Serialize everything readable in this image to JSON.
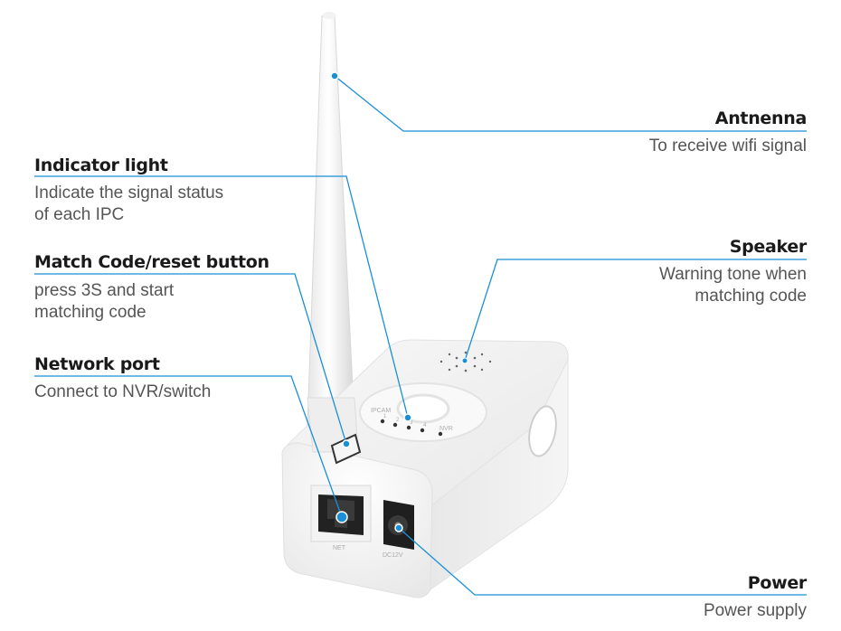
{
  "annotations": {
    "antenna": {
      "title": "Antnenna",
      "desc": "To receive wifi signal"
    },
    "indicator": {
      "title": "Indicator light",
      "desc_line1": "Indicate the signal status",
      "desc_line2": "of each IPC"
    },
    "match_code": {
      "title": "Match Code/reset button",
      "desc_line1": "press 3S and start",
      "desc_line2": "matching code"
    },
    "network": {
      "title": "Network port",
      "desc": "Connect to NVR/switch"
    },
    "speaker": {
      "title": "Speaker",
      "desc_line1": "Warning tone when",
      "desc_line2": "matching code"
    },
    "power": {
      "title": "Power",
      "desc": "Power supply"
    }
  },
  "device": {
    "port_net_label": "NET",
    "port_dc_label": "DC12V",
    "led_left_label": "IPCAM",
    "led_right_label": "NVR",
    "led_numbers": [
      "1",
      "2",
      "3",
      "4"
    ]
  },
  "colors": {
    "callout_line": "#1a8fd8",
    "title_text": "#1a1a1a",
    "desc_text": "#555555"
  }
}
